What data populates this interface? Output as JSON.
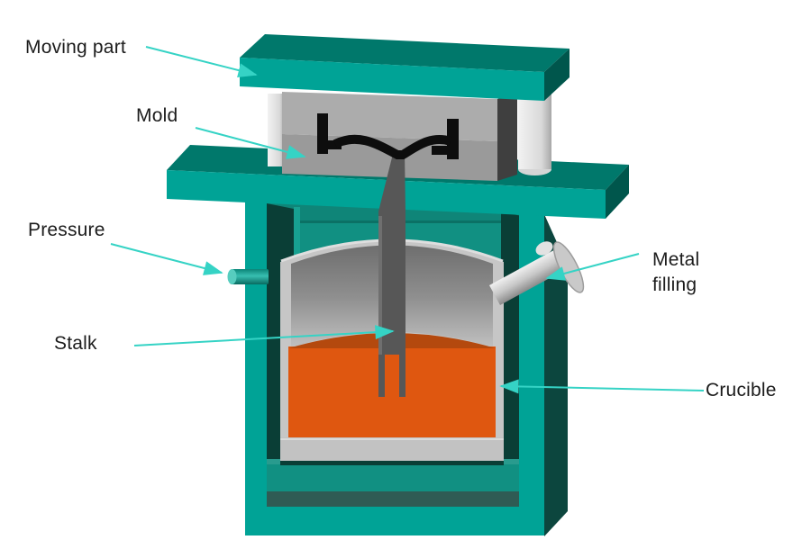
{
  "diagram": {
    "labels": {
      "moving_part": "Moving part",
      "mold": "Mold",
      "pressure": "Pressure",
      "stalk": "Stalk",
      "metal_filling": "Metal filling",
      "crucible": "Crucible"
    },
    "colors": {
      "background": "#FFFFFF",
      "machine_teal": "#00A396",
      "teal_top": "#00786B",
      "teal_side": "#00564C",
      "teal_dark_interior": "#0A3E36",
      "interior_back": "#119082",
      "arrow_cyan": "#35D3C5",
      "molten_metal": "#DF5710",
      "molten_metal_surface": "#B4490E",
      "mold_gray": "#ACACAC",
      "crucible_gray": "#C6C6C6",
      "stalk_gray": "#575757",
      "label_text": "#1C1C1C"
    }
  }
}
